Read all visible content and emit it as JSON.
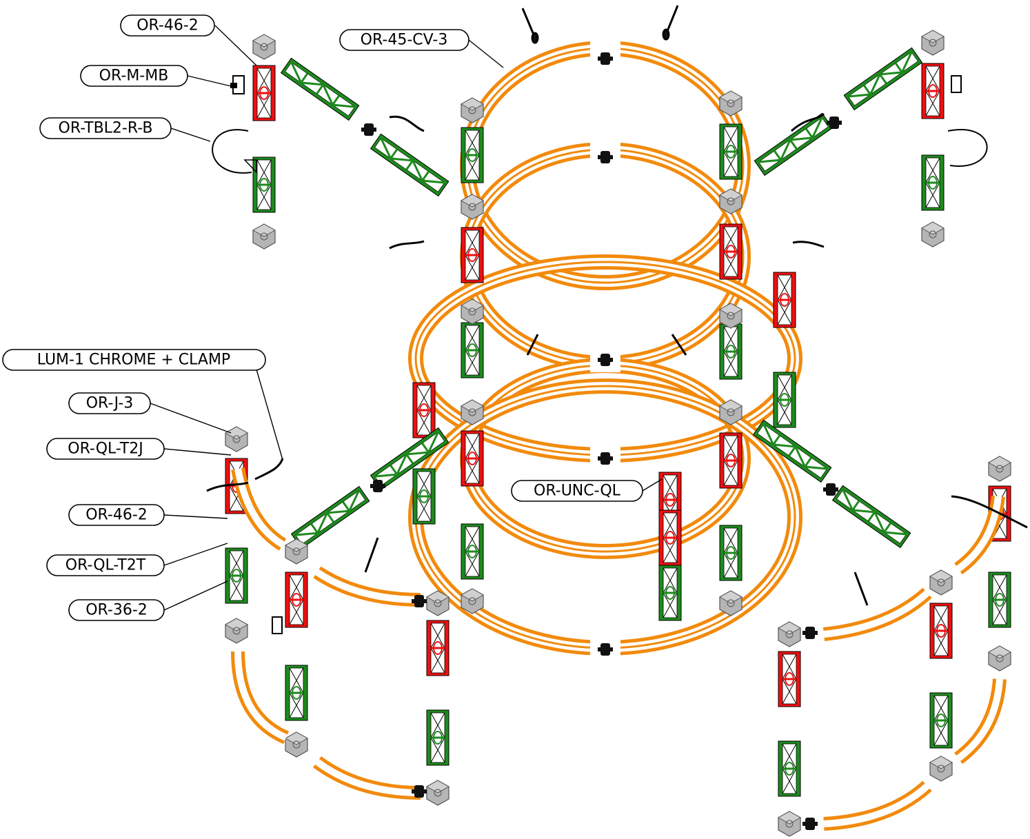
{
  "labels": {
    "or_46_2_top": "OR-46-2",
    "or_m_mb": "OR-M-MB",
    "or_tbl2_r_b": "OR-TBL2-R-B",
    "or_45_cv_3": "OR-45-CV-3",
    "lum_1": "LUM-1 CHROME + CLAMP",
    "or_j_3": "OR-J-3",
    "or_ql_t2j": "OR-QL-T2J",
    "or_46_2_bottom": "OR-46-2",
    "or_ql_t2t": "OR-QL-T2T",
    "or_36_2": "OR-36-2",
    "or_unc_ql": "OR-UNC-QL"
  },
  "colors": {
    "curved_truss": "#f28a0c",
    "straight_truss_green": "#1e8a1e",
    "straight_truss_red": "#ee1010",
    "junction_cube": "#b5b5b5",
    "hardware": "#111111"
  },
  "icons": [
    "junction-cube-icon",
    "clamp-icon",
    "light-fixture-icon",
    "base-plate-icon",
    "cable-loop-icon"
  ]
}
